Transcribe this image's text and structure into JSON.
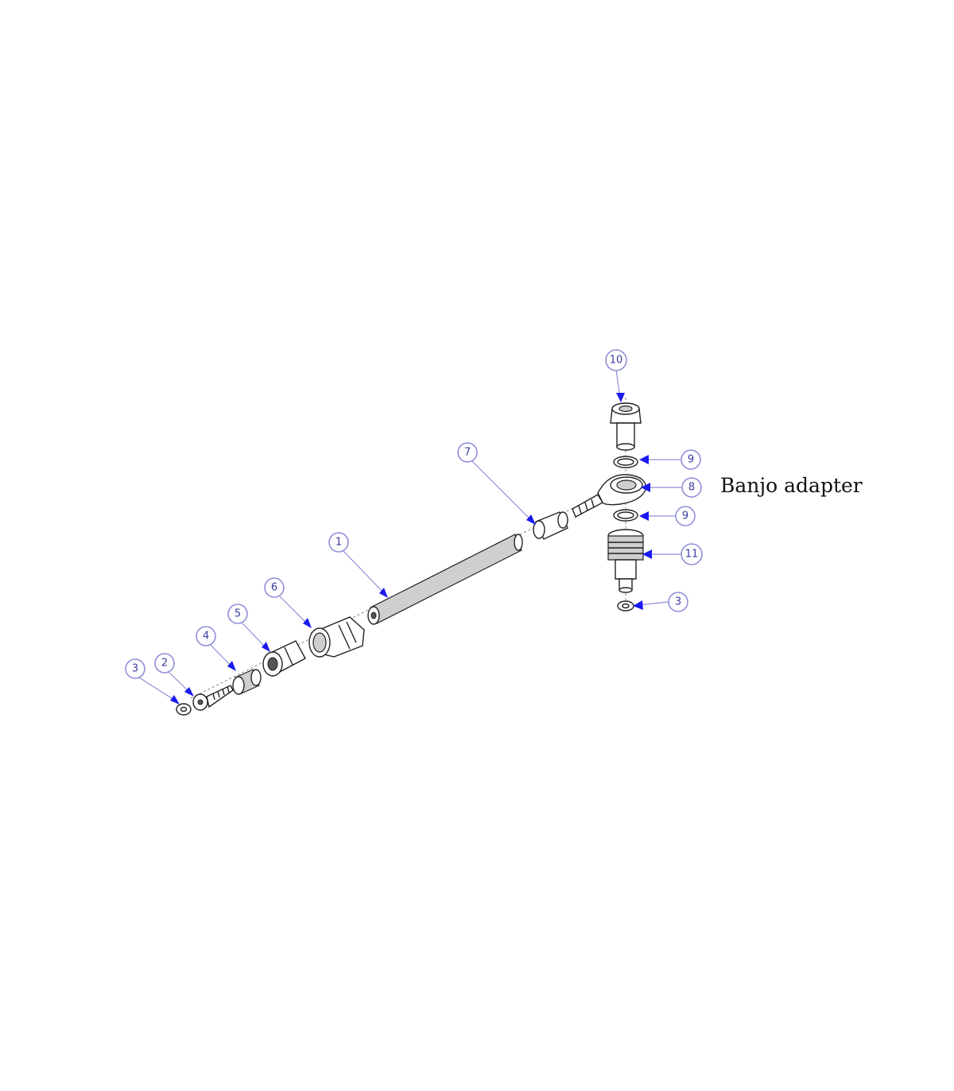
{
  "labels": {
    "banjo_adapter": "Banjo adapter"
  },
  "callouts": {
    "c1": "1",
    "c2": "2",
    "c3a": "3",
    "c3b": "3",
    "c4": "4",
    "c5": "5",
    "c6": "6",
    "c7": "7",
    "c8": "8",
    "c9a": "9",
    "c9b": "9",
    "c10": "10",
    "c11": "11"
  },
  "colors": {
    "callout_stroke": "#8f8fd8",
    "callout_text": "#3a3aa0",
    "arrow": "#1a1aee"
  }
}
